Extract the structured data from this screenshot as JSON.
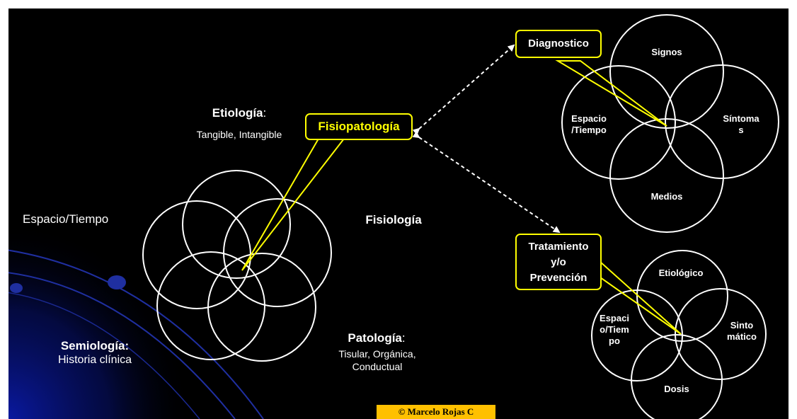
{
  "left": {
    "etiologia_title": "Etiología",
    "etiologia_colon": ":",
    "etiologia_sub": "Tangible, Intangible",
    "espacio_tiempo": "Espacio/Tiempo",
    "fisiologia": "Fisiología",
    "patologia_title": "Patología",
    "patologia_colon": ":",
    "patologia_sub1": "Tisular, Orgánica,",
    "patologia_sub2": "Conductual",
    "semiologia_title": "Semiología:",
    "semiologia_sub": "Historia clínica"
  },
  "callouts": {
    "fisiopatologia": "Fisiopatología",
    "diagnostico": "Diagnostico",
    "tratamiento_line1": "Tratamiento",
    "tratamiento_line2": "y/o",
    "tratamiento_line3": "Prevención"
  },
  "diagnostico_venn": {
    "top": "Signos",
    "left_line1": "Espacio",
    "left_line2": "/Tiempo",
    "right_line1": "Síntoma",
    "right_line2": "s",
    "bottom": "Medios"
  },
  "tratamiento_venn": {
    "top": "Etiológico",
    "left_line1": "Espaci",
    "left_line2": "o/Tiem",
    "left_line3": "po",
    "right_line1": "Sinto",
    "right_line2": "mático",
    "bottom": "Dosis"
  },
  "copyright": "© Marcelo Rojas C",
  "colors": {
    "background": "#000000",
    "callout_border": "#ffff00",
    "fisiopatologia_text": "#ffff00",
    "copyright_bg": "#ffc000",
    "decor_arc": "#1f2fa0"
  }
}
